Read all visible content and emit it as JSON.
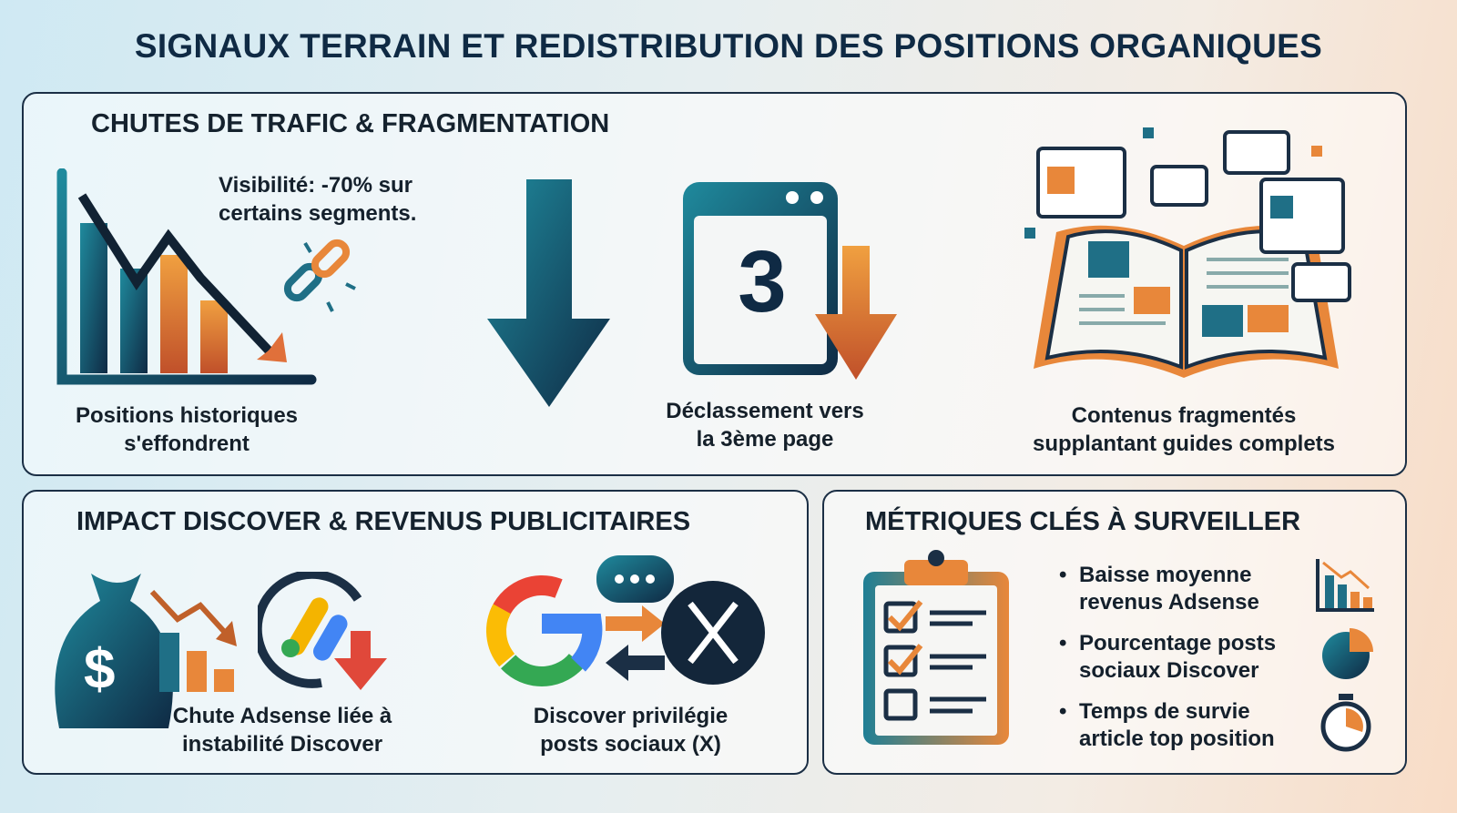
{
  "title": "SIGNAUX TERRAIN ET REDISTRIBUTION DES POSITIONS ORGANIQUES",
  "traffic": {
    "heading": "CHUTES DE TRAFIC & FRAGMENTATION",
    "visibility": [
      "Visibilité: -70% sur",
      "certains segments."
    ],
    "caption_positions": [
      "Positions historiques",
      "s'effondrent"
    ],
    "page_number": "3",
    "caption_page": [
      "Déclassement vers",
      "la 3ème page"
    ],
    "caption_content": [
      "Contenus fragmentés",
      "supplantant guides complets"
    ]
  },
  "discover": {
    "heading": "IMPACT DISCOVER & REVENUS PUBLICITAIRES",
    "dollar": "$",
    "caption_adsense": [
      "Chute Adsense liée à",
      "instabilité Discover"
    ],
    "caption_social": [
      "Discover privilégie",
      "posts sociaux (X)"
    ]
  },
  "metrics": {
    "heading": "MÉTRIQUES CLÉS À SURVEILLER",
    "items": [
      {
        "lines": [
          "Baisse moyenne",
          "revenus Adsense"
        ],
        "icon": "bar-chart-down-icon"
      },
      {
        "lines": [
          "Pourcentage posts",
          "sociaux Discover"
        ],
        "icon": "pie-chart-icon"
      },
      {
        "lines": [
          "Temps de survie",
          "article top position"
        ],
        "icon": "stopwatch-icon"
      }
    ]
  },
  "colors": {
    "navy": "#0f2a44",
    "teal": "#1f7f95",
    "orange": "#e8873a",
    "red": "#e0483a"
  }
}
